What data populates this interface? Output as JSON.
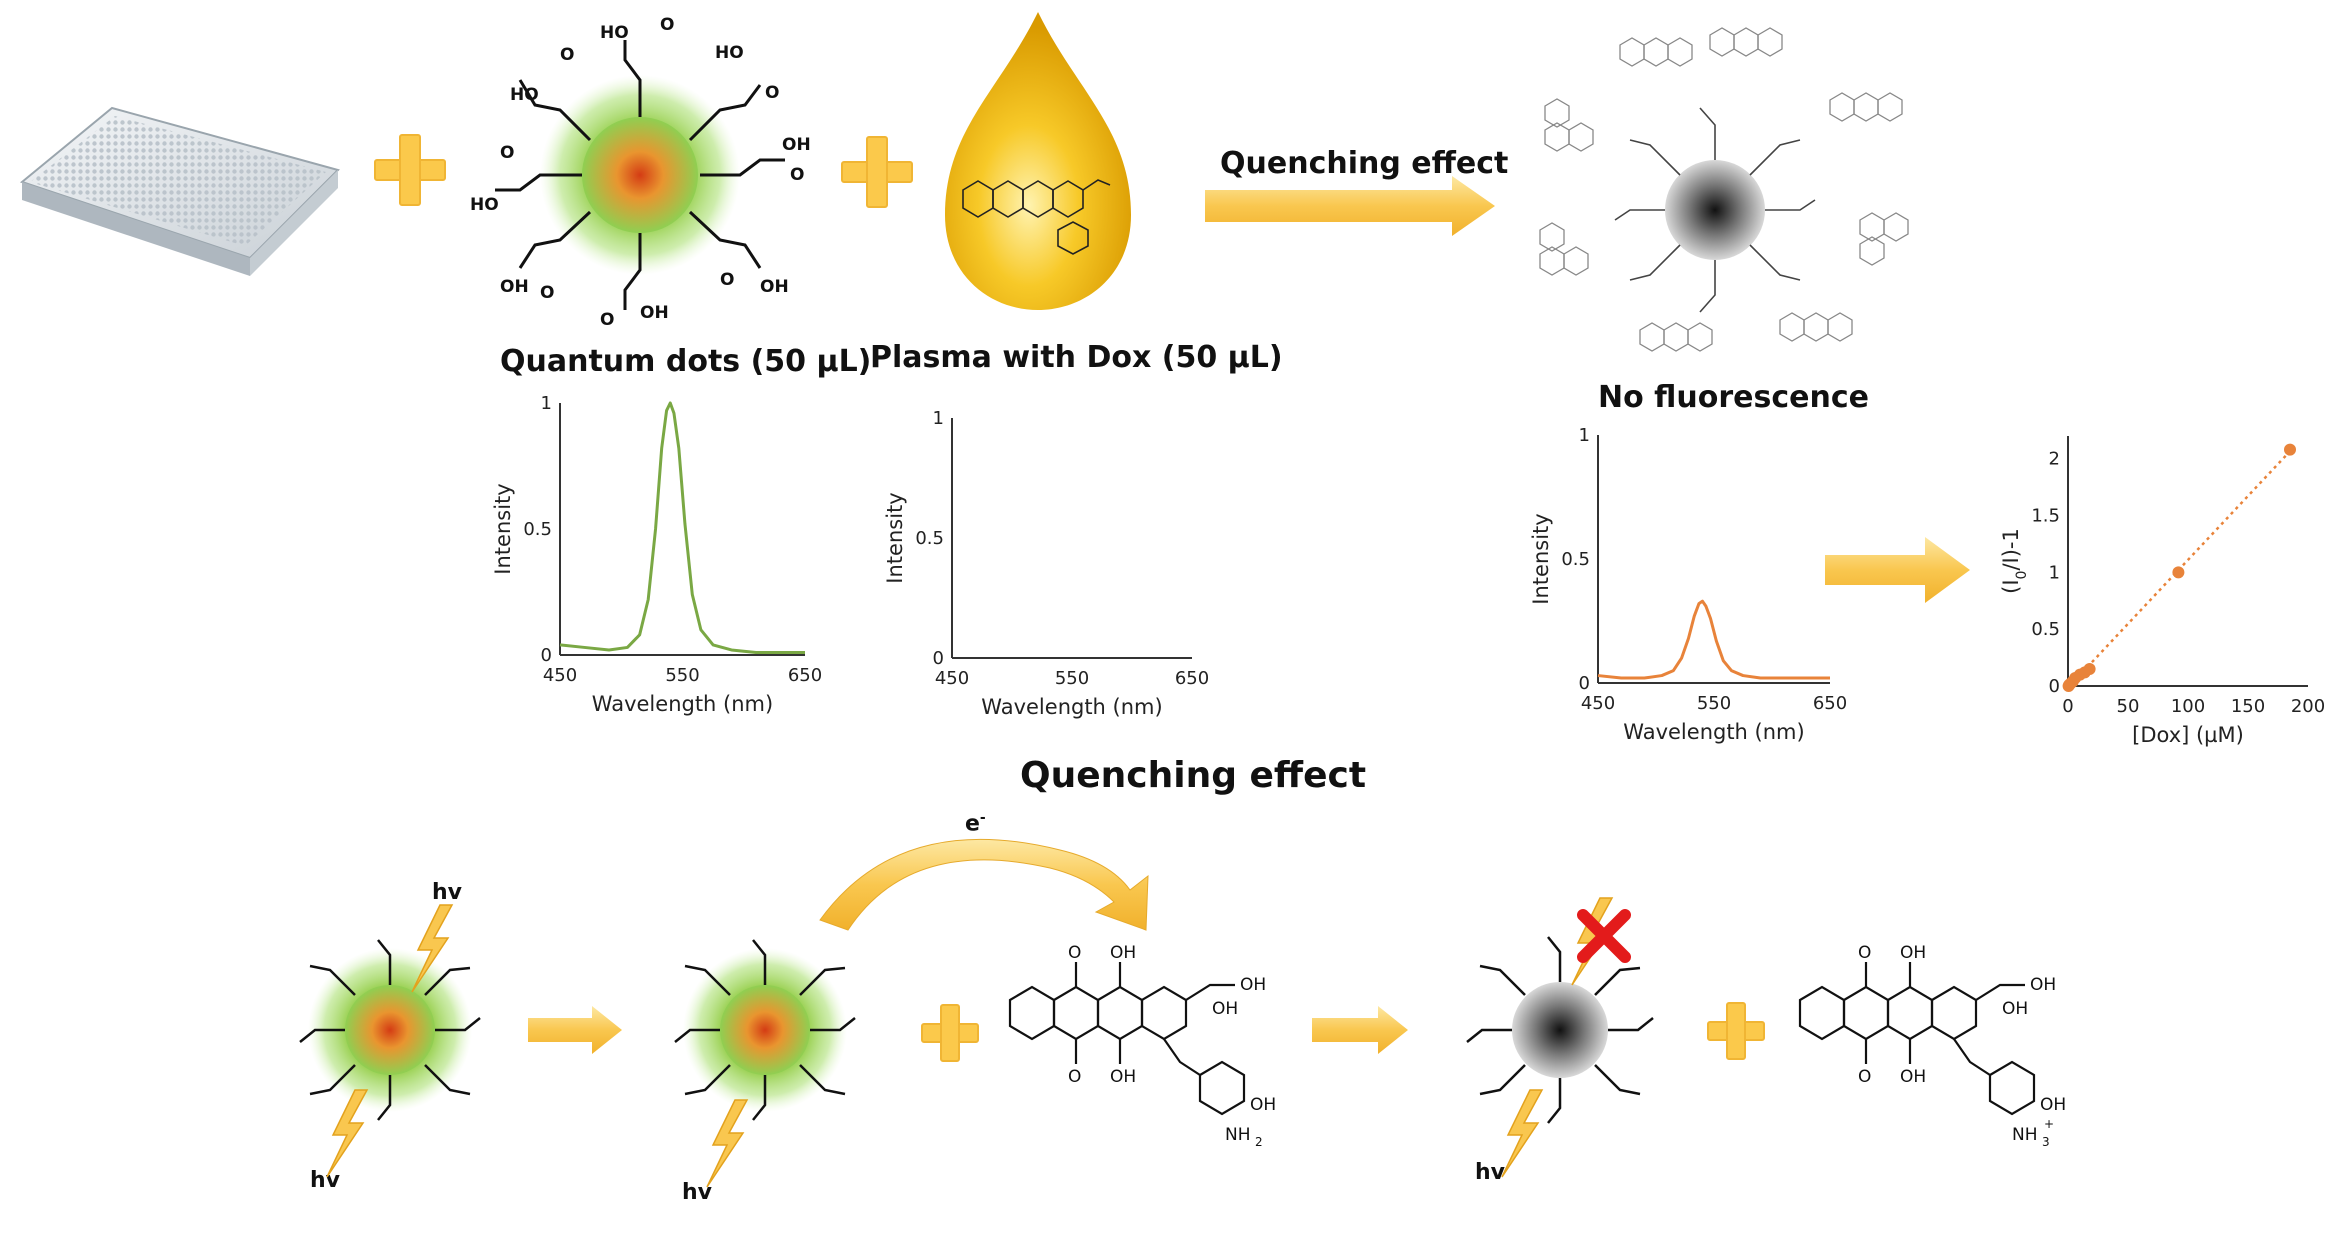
{
  "labels": {
    "quantum_dots": "Quantum dots (50 µL)",
    "plasma_dox": "Plasma with Dox (50 µL)",
    "quenching_top": "Quenching effect",
    "no_fluorescence": "No fluorescence",
    "quenching_bottom": "Quenching effect",
    "electron": "e",
    "electron_sup": "-",
    "hv": "hv"
  },
  "colors": {
    "arrow_yellow": "#f9c74f",
    "plus_yellow": "#fbc94b",
    "qd_green": "#7ec850",
    "qd_core": "#d9541e",
    "qd_dark": "#222222",
    "qd_spec": "#7aa844",
    "dox_spec": "#e8833a",
    "stern_volmer": "#e8833a",
    "drop_yellow": "#f2b705",
    "cross_red": "#e31b1b"
  },
  "chart_data": [
    {
      "type": "line",
      "name": "qd-spectrum",
      "xlabel": "Wavelength (nm)",
      "ylabel": "Intensity",
      "xlim": [
        450,
        650
      ],
      "ylim": [
        0,
        1
      ],
      "xticks": [
        450,
        550,
        650
      ],
      "yticks": [
        0,
        0.5,
        1
      ],
      "ytick_labels": [
        "0",
        "0.5",
        "1"
      ],
      "series": [
        {
          "x": [
            450,
            470,
            490,
            505,
            515,
            522,
            528,
            533,
            537,
            540,
            543,
            547,
            552,
            558,
            565,
            575,
            590,
            610,
            630,
            650
          ],
          "y": [
            0.04,
            0.03,
            0.02,
            0.03,
            0.08,
            0.22,
            0.5,
            0.82,
            0.97,
            1.0,
            0.96,
            0.82,
            0.52,
            0.24,
            0.1,
            0.04,
            0.02,
            0.01,
            0.01,
            0.01
          ]
        }
      ]
    },
    {
      "type": "line",
      "name": "plasma-spectrum",
      "xlabel": "Wavelength (nm)",
      "ylabel": "Intensity",
      "xlim": [
        450,
        650
      ],
      "ylim": [
        0,
        1
      ],
      "xticks": [
        450,
        550,
        650
      ],
      "yticks": [
        0,
        0.5,
        1
      ],
      "ytick_labels": [
        "0",
        "0.5",
        "1"
      ],
      "series": []
    },
    {
      "type": "line",
      "name": "quenched-spectrum",
      "xlabel": "Wavelength (nm)",
      "ylabel": "Intensity",
      "xlim": [
        450,
        650
      ],
      "ylim": [
        0,
        1
      ],
      "xticks": [
        450,
        550,
        650
      ],
      "yticks": [
        0,
        0.5,
        1
      ],
      "ytick_labels": [
        "0",
        "0.5",
        "1"
      ],
      "series": [
        {
          "x": [
            450,
            470,
            490,
            505,
            515,
            522,
            528,
            533,
            537,
            540,
            543,
            547,
            552,
            558,
            565,
            575,
            590,
            610,
            630,
            650
          ],
          "y": [
            0.03,
            0.02,
            0.02,
            0.03,
            0.05,
            0.1,
            0.18,
            0.27,
            0.32,
            0.33,
            0.31,
            0.26,
            0.17,
            0.09,
            0.05,
            0.03,
            0.02,
            0.02,
            0.02,
            0.02
          ]
        }
      ]
    },
    {
      "type": "scatter",
      "name": "stern-volmer",
      "xlabel": "[Dox] (µM)",
      "ylabel": "(I0/I)-1",
      "xlim": [
        0,
        200
      ],
      "ylim": [
        0,
        2.2
      ],
      "xticks": [
        0,
        50,
        100,
        150,
        200
      ],
      "yticks": [
        0,
        0.5,
        1,
        1.5,
        2
      ],
      "ytick_labels": [
        "0",
        "0.5",
        "1",
        "1.5",
        "2"
      ],
      "series": [
        {
          "x": [
            0.5,
            1,
            2,
            4,
            6,
            10,
            14,
            18,
            92,
            185
          ],
          "y": [
            0.0,
            0.01,
            0.02,
            0.04,
            0.07,
            0.1,
            0.12,
            0.15,
            1.0,
            2.08
          ]
        }
      ],
      "trendline": true
    }
  ]
}
